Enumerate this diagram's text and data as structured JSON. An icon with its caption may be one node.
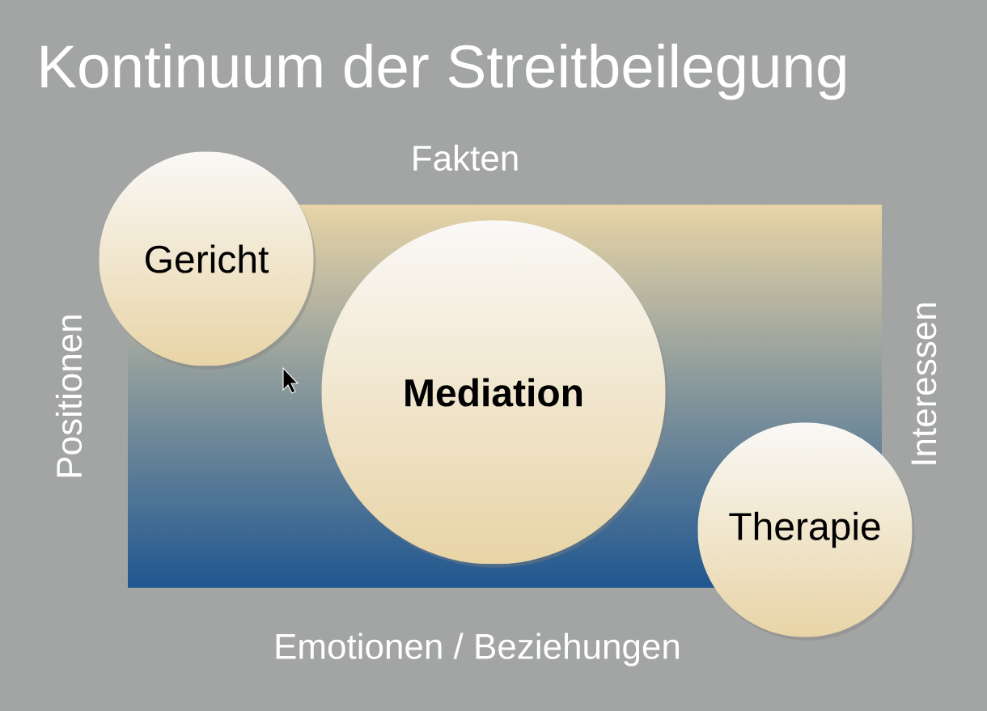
{
  "diagram": {
    "title": "Kontinuum der Streitbeilegung",
    "nodes": [
      {
        "text": [
          "Gericht"
        ]
      },
      {
        "text": [
          "Mediation"
        ]
      },
      {
        "text": [
          "Therapie"
        ]
      }
    ],
    "labels": [
      "Fakten",
      "Positionen",
      "Interessen",
      "Emotionen / Beziehungen"
    ]
  }
}
